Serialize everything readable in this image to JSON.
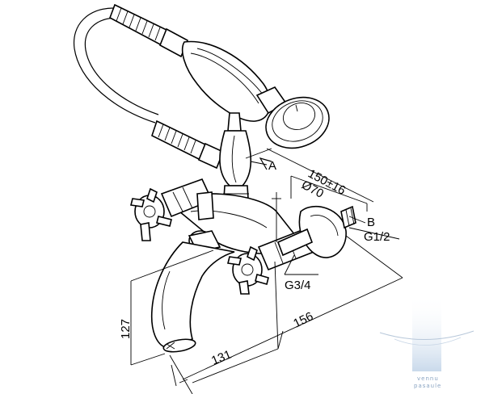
{
  "drawing": {
    "dimensions": {
      "overall_width": "150±16",
      "diameter": "Ø70",
      "spout_height": "127",
      "spout_reach": "131",
      "total_length": "156"
    },
    "labels": {
      "point_a": "A",
      "point_b": "B",
      "thread_wall": "G1/2",
      "thread_body": "G3/4"
    }
  },
  "watermark": {
    "text_line1": "vennu",
    "text_line2": "pasaule",
    "color": "#8aa4c2"
  }
}
